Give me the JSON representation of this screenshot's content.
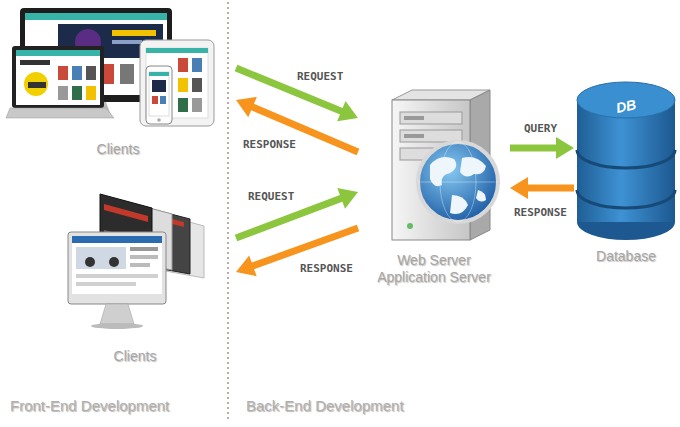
{
  "diagram": {
    "nodes": [
      {
        "text": [
          "Clients"
        ]
      },
      {
        "text": [
          "Clients"
        ]
      },
      {
        "text": [
          "Web Server Application Server"
        ]
      },
      {
        "text": [
          "DB",
          "Database"
        ]
      }
    ],
    "edges": [
      {
        "from": 0,
        "to": 2,
        "arrow": "to",
        "label": "REQUEST"
      },
      {
        "from": 2,
        "to": 0,
        "arrow": "to",
        "label": "RESPONSE"
      },
      {
        "from": 1,
        "to": 2,
        "arrow": "to",
        "label": "REQUEST"
      },
      {
        "from": 2,
        "to": 1,
        "arrow": "to",
        "label": "RESPONSE"
      },
      {
        "from": 2,
        "to": 3,
        "arrow": "to",
        "label": "QUERY"
      },
      {
        "from": 3,
        "to": 2,
        "arrow": "to",
        "label": "RESPONSE"
      }
    ],
    "labels": [
      "Front-End Development",
      "Back-End Development"
    ]
  }
}
